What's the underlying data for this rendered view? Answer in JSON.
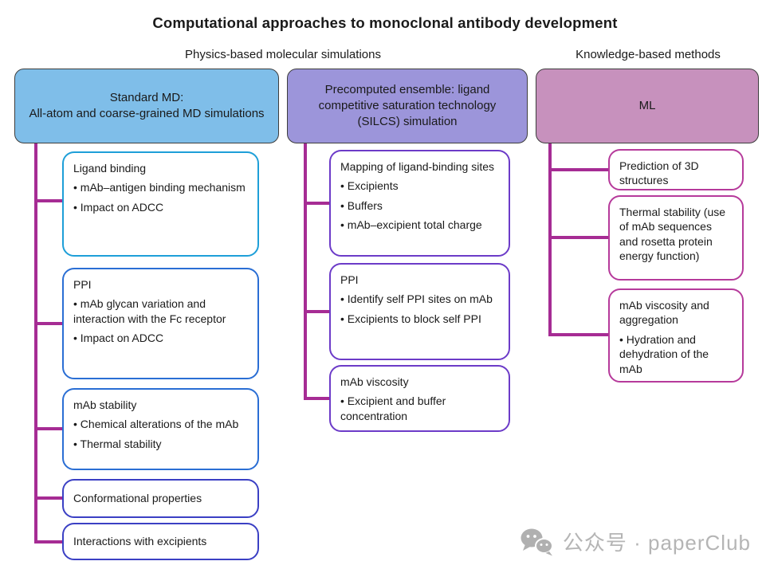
{
  "title": "Computational approaches to monoclonal antibody development",
  "group_labels": {
    "physics": "Physics-based molecular simulations",
    "knowledge": "Knowledge-based methods"
  },
  "columns": [
    {
      "header": "Standard MD:\nAll-atom and coarse-grained MD simulations",
      "children": [
        {
          "heading": "Ligand binding",
          "bullets": [
            "mAb–antigen binding mechanism",
            "Impact on ADCC"
          ]
        },
        {
          "heading": "PPI",
          "bullets": [
            "mAb glycan variation and interaction with the Fc receptor",
            "Impact on ADCC"
          ]
        },
        {
          "heading": "mAb stability",
          "bullets": [
            "Chemical alterations of the mAb",
            "Thermal stability"
          ]
        },
        {
          "heading": "Conformational properties",
          "bullets": []
        },
        {
          "heading": "Interactions with excipients",
          "bullets": []
        }
      ]
    },
    {
      "header": "Precomputed ensemble: ligand competitive saturation technology (SILCS) simulation",
      "children": [
        {
          "heading": "Mapping of ligand-binding sites",
          "bullets": [
            "Excipients",
            "Buffers",
            "mAb–excipient total charge"
          ]
        },
        {
          "heading": "PPI",
          "bullets": [
            "Identify self PPI sites on mAb",
            "Excipients to block self PPI"
          ]
        },
        {
          "heading": "mAb viscosity",
          "bullets": [
            "Excipient and buffer concentration"
          ]
        }
      ]
    },
    {
      "header": "ML",
      "children": [
        {
          "heading": "Prediction of 3D structures",
          "bullets": []
        },
        {
          "heading": "Thermal stability (use of mAb sequences and rosetta protein energy function)",
          "bullets": []
        },
        {
          "heading": "mAb viscosity and aggregation",
          "bullets": [
            "Hydration and dehydration of the mAb"
          ]
        }
      ]
    }
  ],
  "watermark": {
    "icon": "wechat-icon",
    "text": "公众号 · paperClub"
  },
  "colors": {
    "connector": "#a62c94",
    "header1_bg": "#7fbee9",
    "header2_bg": "#9c95da",
    "header3_bg": "#c791bd",
    "header_border": "#3d3d3d",
    "border_cyan": "#1e9fd8",
    "border_blue": "#2a6ed4",
    "border_indigo": "#3b40c4",
    "border_purple": "#6c3bc8",
    "border_pink": "#b63a9b",
    "watermark": "#b5b5b5",
    "text": "#1a1a1a"
  }
}
